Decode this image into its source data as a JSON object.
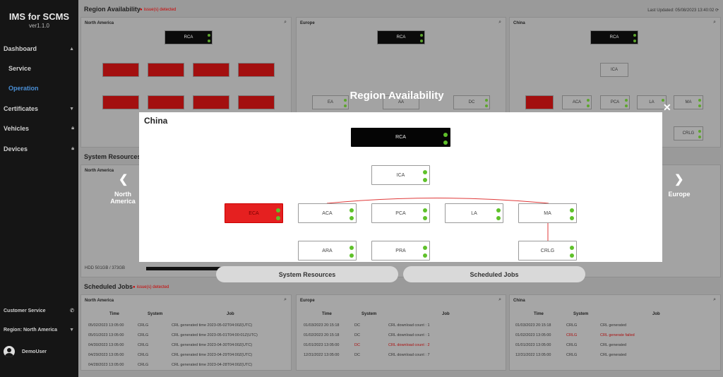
{
  "sidebar": {
    "app_name": "IMS for SCMS",
    "version": "ver1.1.0",
    "items": [
      {
        "label": "Dashboard",
        "icon": "chevron-up"
      },
      {
        "label": "Service"
      },
      {
        "label": "Operation"
      },
      {
        "label": "Certificates",
        "icon": "chevron-down"
      },
      {
        "label": "Vehicles",
        "icon": "lock"
      },
      {
        "label": "Devices",
        "icon": "lock"
      }
    ],
    "customer_service": "Customer Service",
    "region": "Region: North America",
    "user": "DemoUser"
  },
  "main": {
    "region_availability_title": "Region Availability",
    "issue_text": "issue(s) detected",
    "last_updated": "Last Updated: 05/08/2023 13:40:02",
    "panels": [
      "North America",
      "Europe",
      "China"
    ],
    "system_resources_title": "System Resources",
    "sr_panel_title": "North America",
    "hdd_text": "HDD 501GB / 373GB",
    "scheduled_jobs_title": "Scheduled Jobs",
    "jobs_columns": [
      "Time",
      "System",
      "Job"
    ],
    "jobs": {
      "na": [
        {
          "time": "05/02/2023 13:05:00",
          "system": "CRLG",
          "job": "CRL generated time 2023-05-02T04:00Z(UTC)"
        },
        {
          "time": "05/01/2023 13:05:00",
          "system": "CRLG",
          "job": "CRL generated time 2023-05-01T04:00:01Z(UTC)"
        },
        {
          "time": "04/30/2023 13:05:00",
          "system": "CRLG",
          "job": "CRL generated time 2023-04-30T04:00Z(UTC)"
        },
        {
          "time": "04/29/2023 13:05:00",
          "system": "CRLG",
          "job": "CRL generated time 2023-04-29T04:00Z(UTC)"
        },
        {
          "time": "04/28/2023 13:05:00",
          "system": "CRLG",
          "job": "CRL generated time 2023-04-28T04:00Z(UTC)"
        }
      ],
      "eu": [
        {
          "time": "01/03/2023 20:15:18",
          "system": "DC",
          "job": "CRL download count : 1"
        },
        {
          "time": "01/02/2023 20:15:18",
          "system": "DC",
          "job": "CRL download count : 1"
        },
        {
          "time": "01/01/2023 13:05:00",
          "system": "DC",
          "job": "CRL download count : 2"
        },
        {
          "time": "12/31/2022 13:05:00",
          "system": "DC",
          "job": "CRL download count : 7"
        }
      ],
      "cn": [
        {
          "time": "01/03/2023 20:15:18",
          "system": "CRLG",
          "job": "CRL generated"
        },
        {
          "time": "01/02/2023 13:05:00",
          "system": "CRLG",
          "job": "CRL generate failed"
        },
        {
          "time": "01/01/2023 13:05:00",
          "system": "CRLG",
          "job": "CRL generated"
        },
        {
          "time": "12/31/2022 13:05:00",
          "system": "CRLG",
          "job": "CRL generated"
        }
      ]
    }
  },
  "modal": {
    "title": "Region Availability",
    "region": "China",
    "prev_label": "North America",
    "next_label": "Europe",
    "nodes": {
      "rca": "RCA",
      "ica": "ICA",
      "eca": "ECA",
      "aca": "ACA",
      "pca": "PCA",
      "la": "LA",
      "ma": "MA",
      "ara": "ARA",
      "pra": "PRA",
      "crlg": "CRLG"
    },
    "tabs": [
      "System Resources",
      "Scheduled Jobs"
    ]
  },
  "bg_nodes": {
    "rca": "RCA",
    "ica": "ICA",
    "ea": "EA",
    "aa": "AA",
    "dc": "DC",
    "aca": "ACA",
    "pca": "PCA",
    "la": "LA",
    "ma": "MA",
    "crlg": "CRLG"
  },
  "colors": {
    "status_ok": "#5fc12a",
    "status_error": "#e52020",
    "accent": "#4a8fd6"
  }
}
